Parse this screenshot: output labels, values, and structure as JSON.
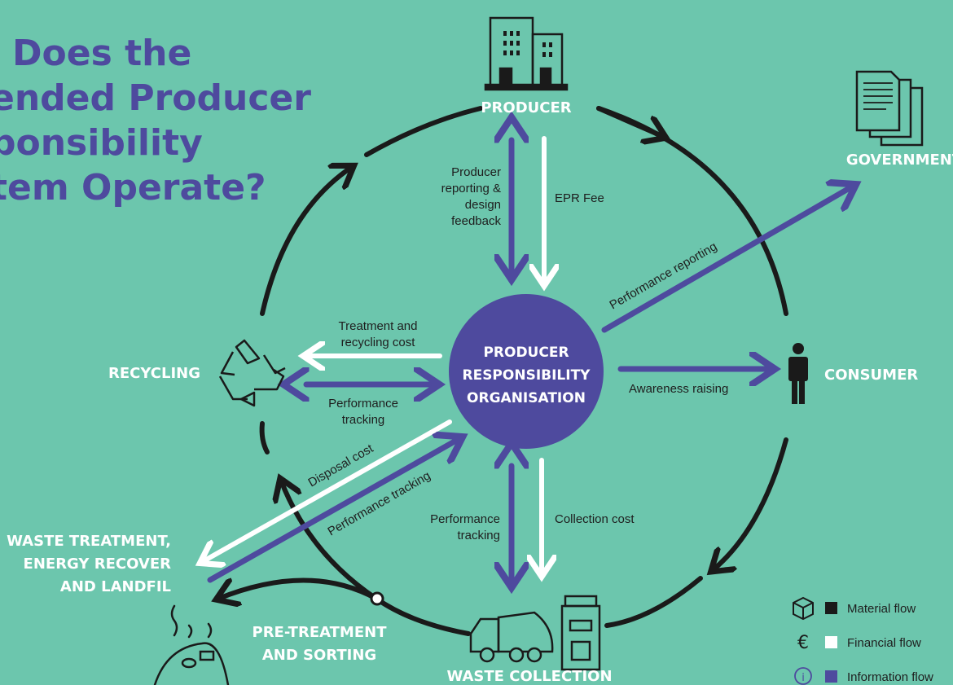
{
  "title": {
    "lines": [
      "Does the",
      "ended Producer",
      "ponsibility",
      "tem Operate?"
    ]
  },
  "center": {
    "lines": [
      "PRODUCER",
      "RESPONSIBILITY",
      "ORGANISATION"
    ]
  },
  "nodes": {
    "producer": "PRODUCER",
    "government": "GOVERNMENT",
    "consumer": "CONSUMER",
    "recycling": "RECYCLING",
    "waste_collection": "WASTE COLLECTION",
    "pretreatment": [
      "PRE-TREATMENT",
      "AND SORTING"
    ],
    "waste_treatment": [
      "WASTE TREATMENT,",
      "ENERGY RECOVER",
      "AND LANDFIL"
    ]
  },
  "flows": {
    "producer_reporting": [
      "Producer",
      "reporting &",
      "design",
      "feedback"
    ],
    "epr_fee": "EPR Fee",
    "performance_reporting": "Performance reporting",
    "treatment_cost": [
      "Treatment and",
      "recycling cost"
    ],
    "performance_tracking_recycling": [
      "Performance",
      "tracking"
    ],
    "awareness_raising": "Awareness raising",
    "disposal_cost": "Disposal cost",
    "performance_tracking_treatment": "Performance tracking",
    "performance_tracking_collection": [
      "Performance",
      "tracking"
    ],
    "collection_cost": "Collection  cost"
  },
  "legend": {
    "material": "Material flow",
    "financial": "Financial flow",
    "information": "Information flow"
  },
  "colors": {
    "background": "#6cc6ad",
    "purple": "#4e4a9e",
    "black": "#1a1a1a",
    "white": "#ffffff"
  }
}
